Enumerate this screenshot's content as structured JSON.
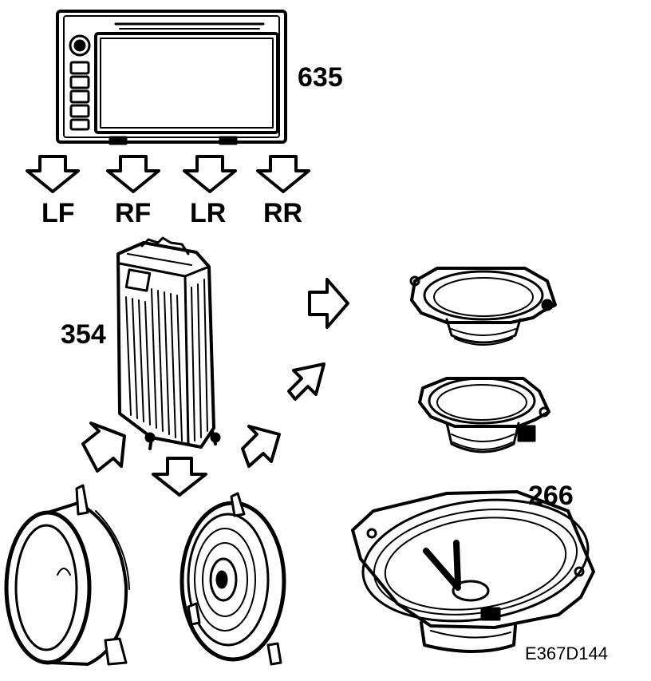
{
  "labels": {
    "head_unit": "635",
    "amplifier": "354",
    "speaker_oval": "266",
    "figure_code": "E367D144"
  },
  "channels": [
    "LF",
    "RF",
    "LR",
    "RR"
  ]
}
